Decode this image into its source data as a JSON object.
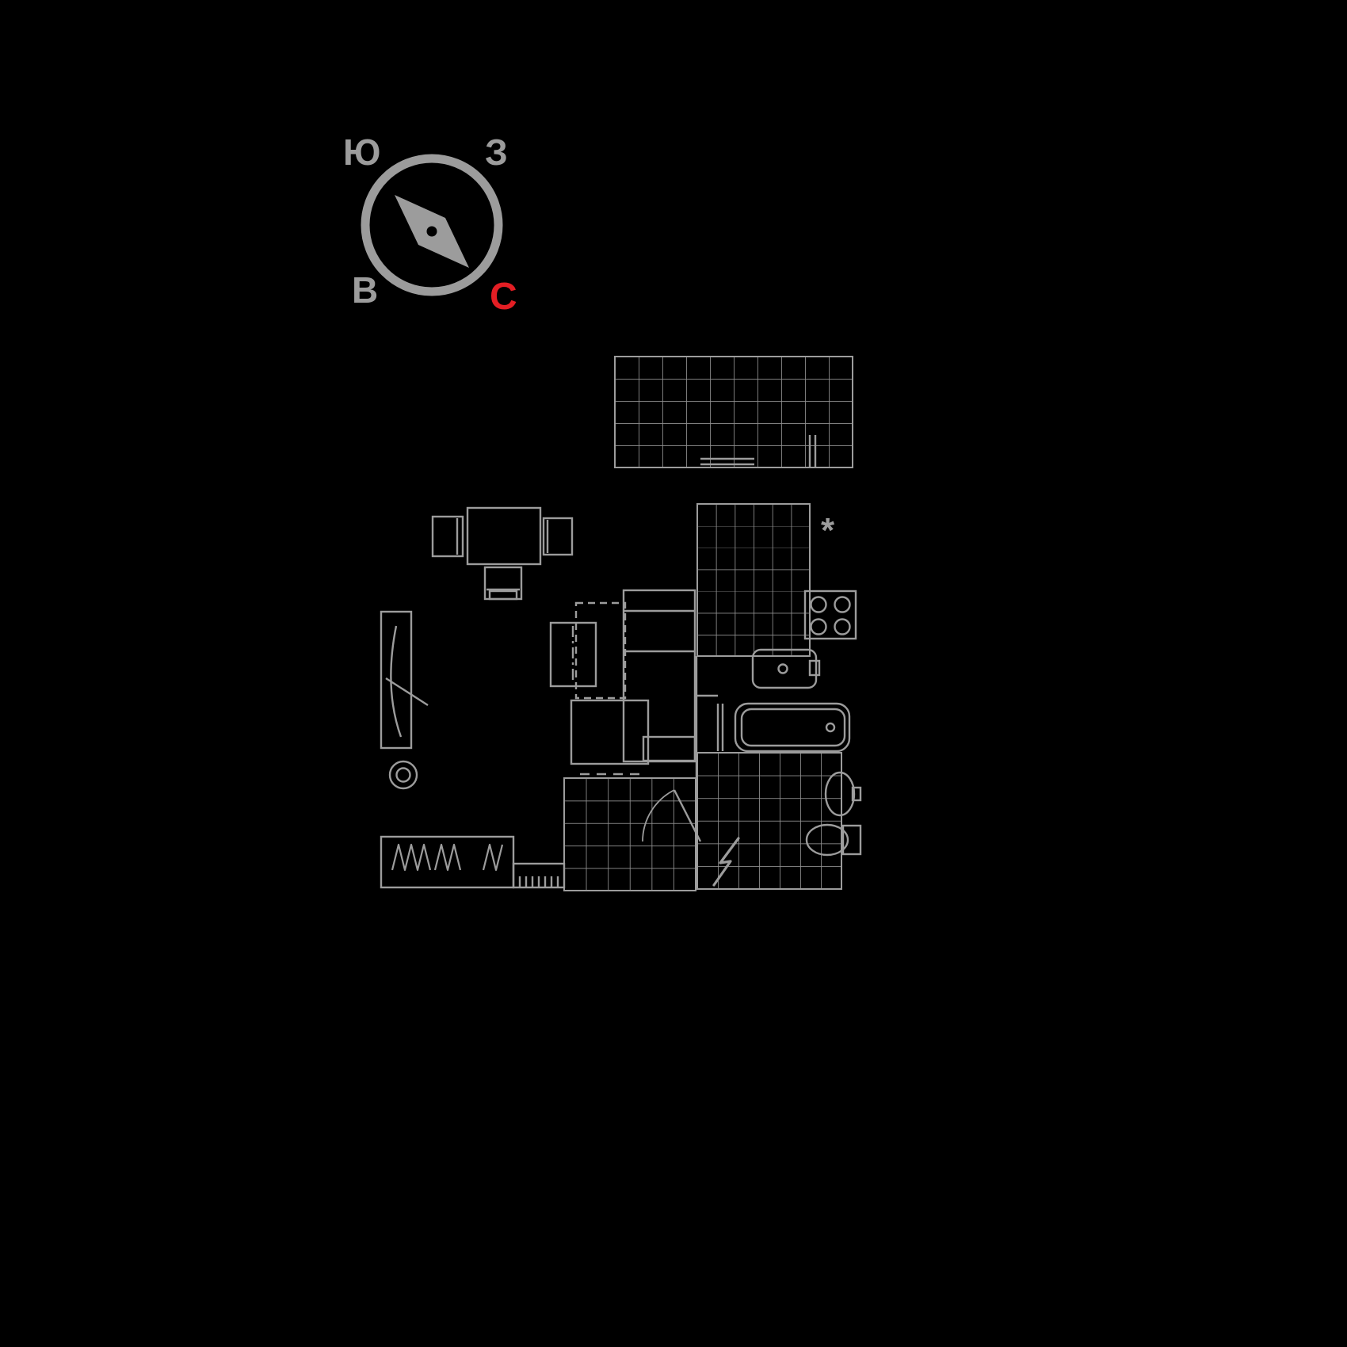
{
  "colors": {
    "background": "#000000",
    "line": "#9c9c9c",
    "tile_line": "#8f8f8f",
    "north_accent": "#e31e24"
  },
  "compass": {
    "south_label": "Ю",
    "west_label": "З",
    "east_label": "В",
    "north_label": "С"
  },
  "floor_plan": {
    "kitchen_vent_symbol": "*"
  }
}
